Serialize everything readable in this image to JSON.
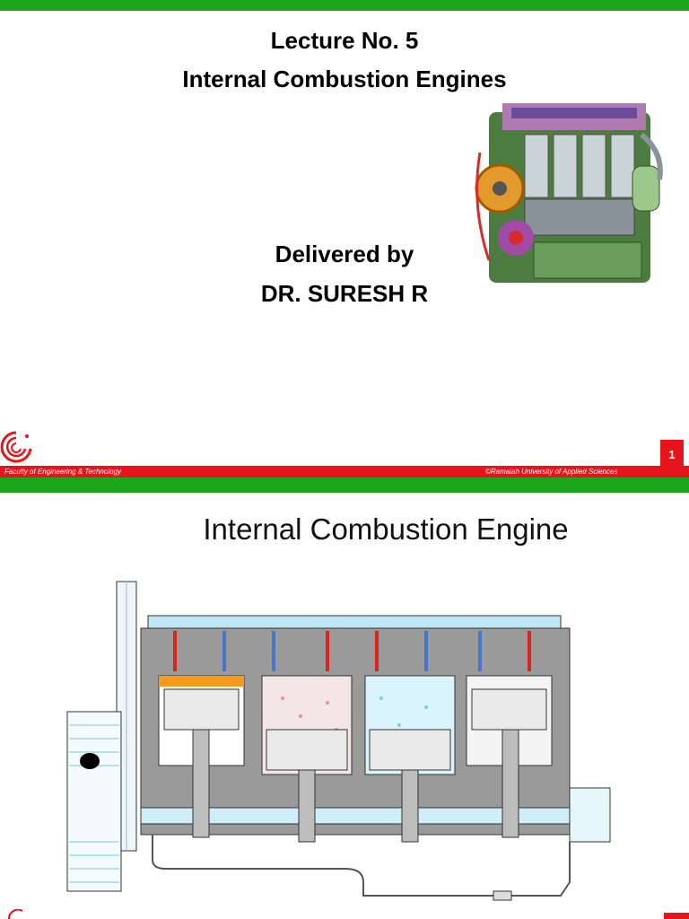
{
  "slide1": {
    "lecture_no": "Lecture No. 5",
    "subject": "Internal Combustion Engines",
    "delivered_by": "Delivered by",
    "presenter": "DR. SURESH R",
    "page_number": "1",
    "footer_left": "Faculty of Engineering & Technology",
    "footer_right": "©Ramaiah University of Applied Sciences",
    "image_icon": "engine-cutaway-illustration"
  },
  "slide2": {
    "title": "Internal Combustion Engine",
    "image_icon": "four-cylinder-engine-cross-section"
  },
  "colors": {
    "green": "#1aa51a",
    "red": "#e8141c"
  }
}
